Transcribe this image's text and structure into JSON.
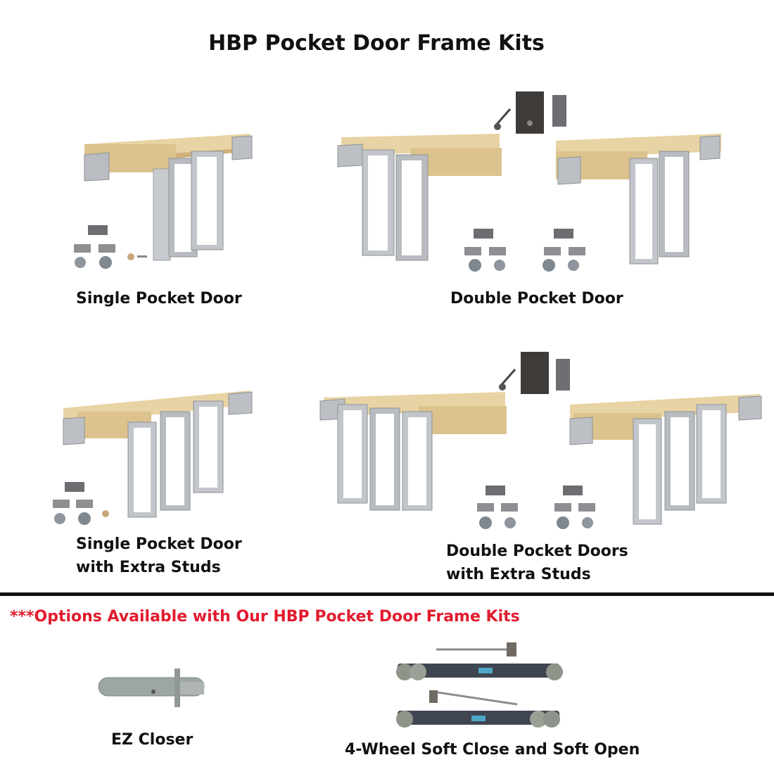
{
  "title": "HBP Pocket Door Frame Kits",
  "kits": [
    {
      "line1": "Single Pocket Door",
      "line2": ""
    },
    {
      "line1": "Double Pocket Door",
      "line2": ""
    },
    {
      "line1": "Single Pocket Door",
      "line2": "with Extra Studs"
    },
    {
      "line1": "Double Pocket Doors",
      "line2": "with Extra Studs"
    }
  ],
  "options": {
    "heading": "***Options Available with Our HBP Pocket Door Frame Kits",
    "items": [
      {
        "label": "EZ Closer"
      },
      {
        "label": "4-Wheel Soft Close and Soft Open"
      }
    ]
  },
  "colors": {
    "wood": "#d9be88",
    "steel": "#c3c6cb",
    "accent_red": "#e21b2e",
    "text": "#111111"
  }
}
